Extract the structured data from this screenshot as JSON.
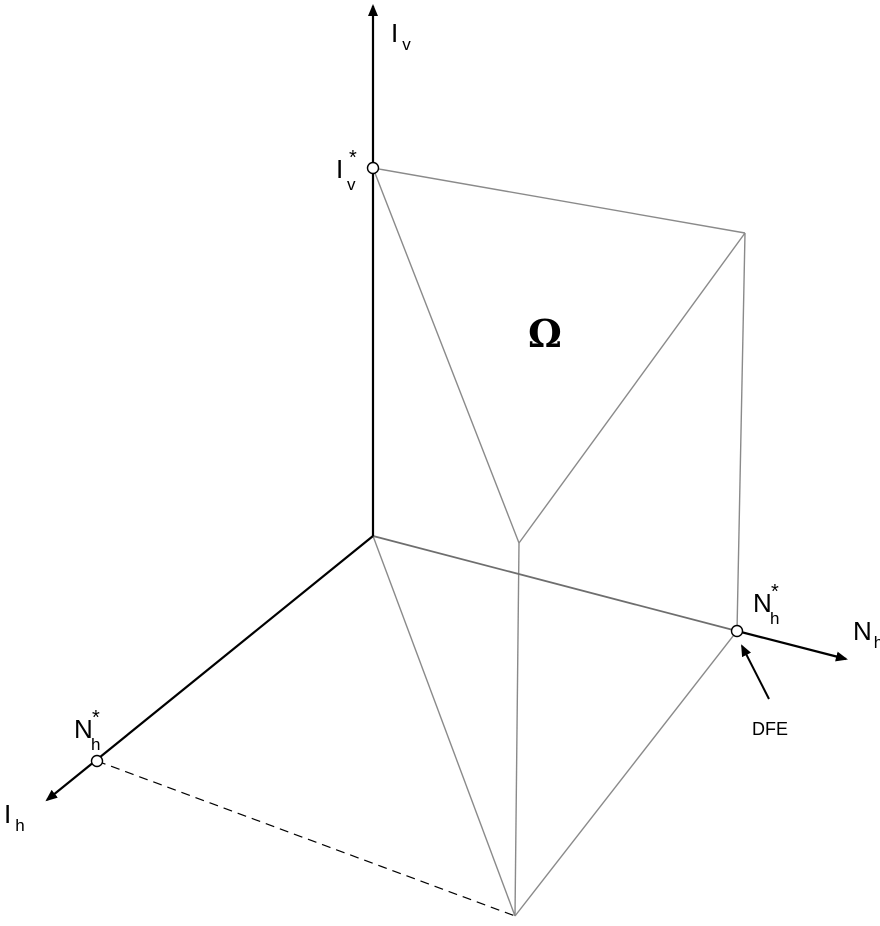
{
  "axes": {
    "vertical": {
      "main": "I",
      "sub": "v"
    },
    "right": {
      "main": "N",
      "sub": "h"
    },
    "left": {
      "main": "I",
      "sub": "h"
    }
  },
  "points": {
    "iv_star": {
      "main": "I",
      "sub": "v",
      "sup": "*"
    },
    "nh_star_right": {
      "main": "N",
      "sub": "h",
      "sup": "*"
    },
    "nh_star_left": {
      "main": "N",
      "sub": "h",
      "sup": "*"
    }
  },
  "region": {
    "label": "Ω"
  },
  "annotation": {
    "label": "DFE"
  }
}
